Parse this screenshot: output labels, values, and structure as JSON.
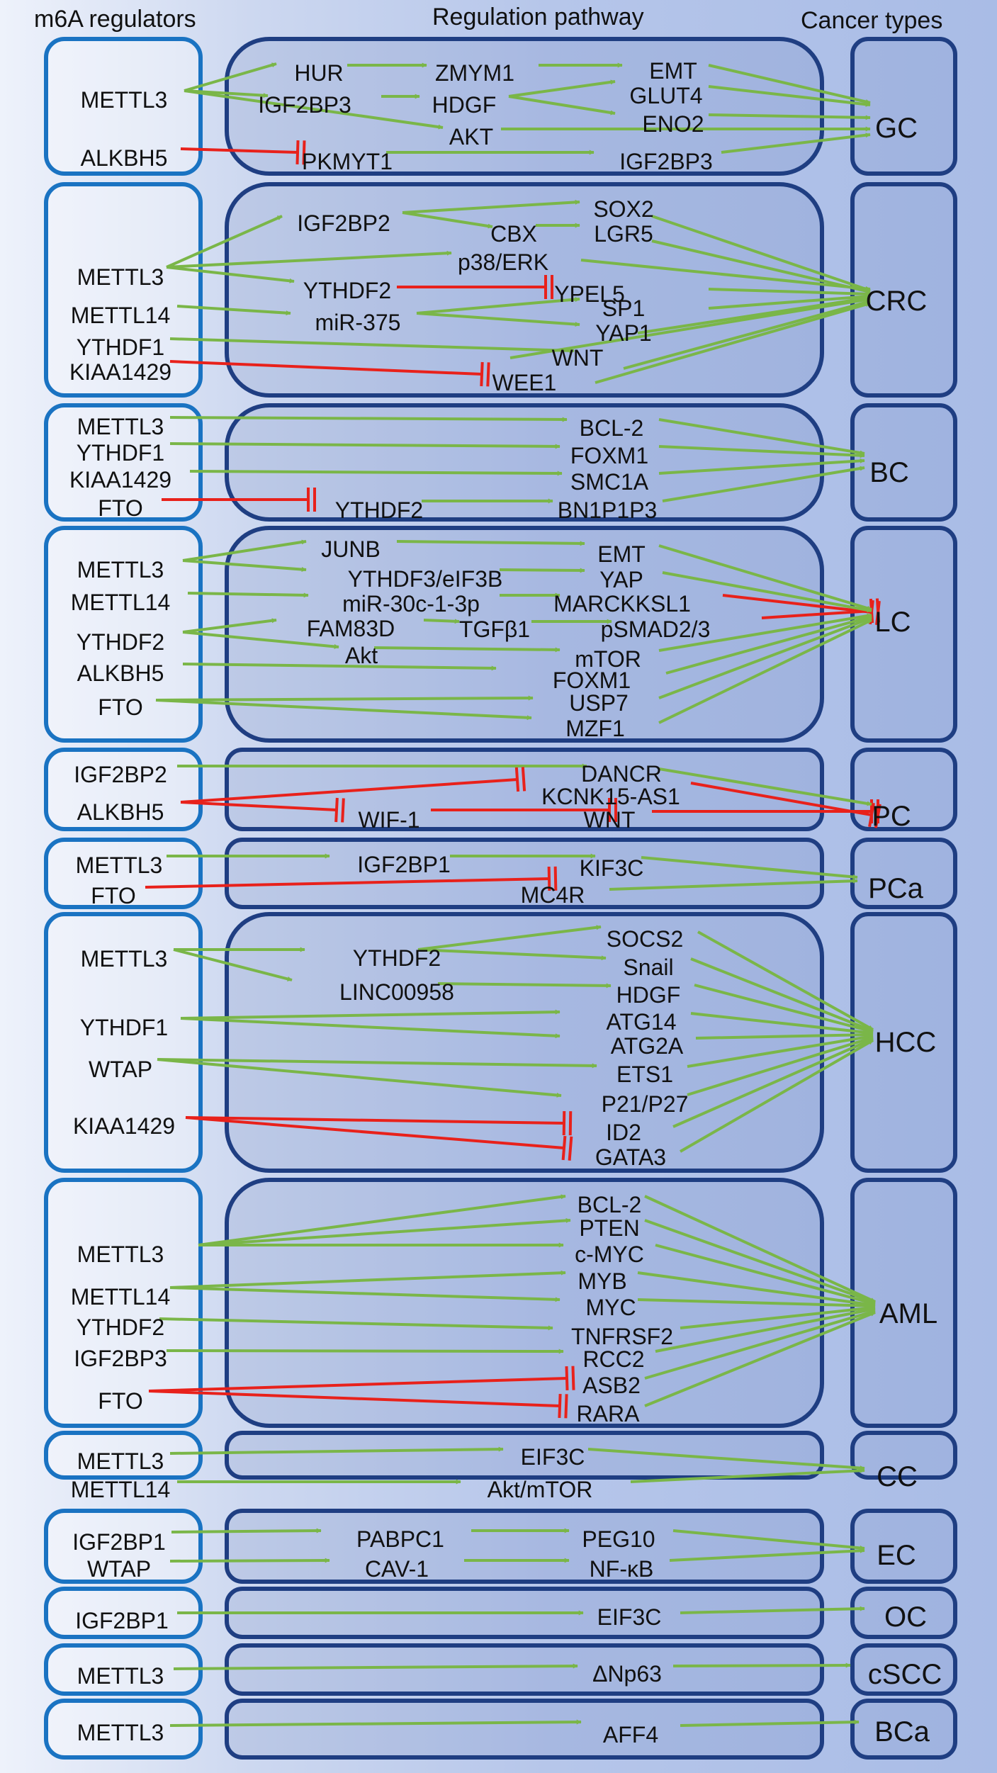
{
  "headers": {
    "regulators": "m6A regulators",
    "pathway": "Regulation pathway",
    "cancer_types": "Cancer types"
  },
  "colors": {
    "activation": "#7ab648",
    "inhibition": "#e8211b",
    "regulator_box": "#1a73c2",
    "pathway_box": "#1f3e82"
  },
  "groups": [
    {
      "cancer": "GC",
      "regulators": [
        "METTL3",
        "ALKBH5"
      ],
      "pathway_nodes": [
        "HUR",
        "ZMYM1",
        "EMT",
        "IGF2BP3",
        "HDGF",
        "GLUT4",
        "ENO2",
        "AKT",
        "PKMYT1",
        "IGF2BP3"
      ],
      "edges": [
        {
          "from": "METTL3",
          "to": "HUR",
          "type": "activation"
        },
        {
          "from": "METTL3",
          "to": "IGF2BP3",
          "type": "activation"
        },
        {
          "from": "METTL3",
          "to": "AKT",
          "type": "activation"
        },
        {
          "from": "HUR",
          "to": "ZMYM1",
          "type": "activation"
        },
        {
          "from": "ZMYM1",
          "to": "EMT",
          "type": "activation"
        },
        {
          "from": "IGF2BP3",
          "to": "HDGF",
          "type": "activation"
        },
        {
          "from": "HDGF",
          "to": "GLUT4",
          "type": "activation"
        },
        {
          "from": "HDGF",
          "to": "ENO2",
          "type": "activation"
        },
        {
          "from": "ALKBH5",
          "to": "PKMYT1",
          "type": "inhibition"
        },
        {
          "from": "PKMYT1",
          "to": "IGF2BP3",
          "type": "activation"
        },
        {
          "from": "EMT",
          "to": "GC",
          "type": "activation"
        },
        {
          "from": "GLUT4",
          "to": "GC",
          "type": "activation"
        },
        {
          "from": "ENO2",
          "to": "GC",
          "type": "activation"
        },
        {
          "from": "AKT",
          "to": "GC",
          "type": "activation"
        },
        {
          "from": "IGF2BP3",
          "to": "GC",
          "type": "activation"
        }
      ]
    },
    {
      "cancer": "CRC",
      "regulators": [
        "METTL3",
        "METTL14",
        "YTHDF1",
        "KIAA1429"
      ],
      "pathway_nodes": [
        "IGF2BP2",
        "SOX2",
        "CBX",
        "LGR5",
        "p38/ERK",
        "YTHDF2",
        "YPEL5",
        "miR-375",
        "SP1",
        "YAP1",
        "WNT",
        "WEE1"
      ],
      "edges": [
        {
          "from": "METTL3",
          "to": "IGF2BP2",
          "type": "activation"
        },
        {
          "from": "METTL3",
          "to": "p38/ERK",
          "type": "activation"
        },
        {
          "from": "METTL3",
          "to": "YTHDF2",
          "type": "activation"
        },
        {
          "from": "IGF2BP2",
          "to": "SOX2",
          "type": "activation"
        },
        {
          "from": "IGF2BP2",
          "to": "CBX",
          "type": "activation"
        },
        {
          "from": "CBX",
          "to": "LGR5",
          "type": "activation"
        },
        {
          "from": "YTHDF2",
          "to": "YPEL5",
          "type": "inhibition"
        },
        {
          "from": "METTL14",
          "to": "miR-375",
          "type": "activation"
        },
        {
          "from": "miR-375",
          "to": "SP1",
          "type": "activation"
        },
        {
          "from": "miR-375",
          "to": "YAP1",
          "type": "activation"
        },
        {
          "from": "YTHDF1",
          "to": "WNT",
          "type": "activation"
        },
        {
          "from": "KIAA1429",
          "to": "WEE1",
          "type": "inhibition"
        }
      ]
    },
    {
      "cancer": "BC",
      "regulators": [
        "METTL3",
        "YTHDF1",
        "KIAA1429",
        "FTO"
      ],
      "pathway_nodes": [
        "BCL-2",
        "FOXM1",
        "SMC1A",
        "YTHDF2",
        "BN1P1P3"
      ],
      "edges": [
        {
          "from": "METTL3",
          "to": "BCL-2",
          "type": "activation"
        },
        {
          "from": "YTHDF1",
          "to": "FOXM1",
          "type": "activation"
        },
        {
          "from": "KIAA1429",
          "to": "SMC1A",
          "type": "activation"
        },
        {
          "from": "FTO",
          "to": "YTHDF2",
          "type": "inhibition"
        },
        {
          "from": "YTHDF2",
          "to": "BN1P1P3",
          "type": "activation"
        }
      ]
    },
    {
      "cancer": "LC",
      "regulators": [
        "METTL3",
        "METTL14",
        "YTHDF2",
        "ALKBH5",
        "FTO"
      ],
      "pathway_nodes": [
        "JUNB",
        "EMT",
        "YTHDF3/eIF3B",
        "YAP",
        "miR-30c-1-3p",
        "MARCKKSL1",
        "FAM83D",
        "TGFβ1",
        "pSMAD2/3",
        "Akt",
        "mTOR",
        "FOXM1",
        "USP7",
        "MZF1"
      ],
      "edges": [
        {
          "from": "METTL3",
          "to": "JUNB",
          "type": "activation"
        },
        {
          "from": "METTL3",
          "to": "YTHDF3/eIF3B",
          "type": "activation"
        },
        {
          "from": "JUNB",
          "to": "EMT",
          "type": "activation"
        },
        {
          "from": "YTHDF3/eIF3B",
          "to": "YAP",
          "type": "activation"
        },
        {
          "from": "METTL14",
          "to": "miR-30c-1-3p",
          "type": "activation"
        },
        {
          "from": "miR-30c-1-3p",
          "to": "MARCKKSL1",
          "type": "activation"
        },
        {
          "from": "YTHDF2",
          "to": "FAM83D",
          "type": "activation"
        },
        {
          "from": "YTHDF2",
          "to": "Akt",
          "type": "activation"
        },
        {
          "from": "FAM83D",
          "to": "TGFβ1",
          "type": "activation"
        },
        {
          "from": "TGFβ1",
          "to": "pSMAD2/3",
          "type": "activation"
        },
        {
          "from": "Akt",
          "to": "mTOR",
          "type": "activation"
        },
        {
          "from": "ALKBH5",
          "to": "FOXM1",
          "type": "activation"
        },
        {
          "from": "FTO",
          "to": "USP7",
          "type": "activation"
        },
        {
          "from": "FTO",
          "to": "MZF1",
          "type": "activation"
        },
        {
          "from": "MARCKKSL1",
          "to": "LC",
          "type": "inhibition"
        },
        {
          "from": "pSMAD2/3",
          "to": "LC",
          "type": "inhibition"
        }
      ]
    },
    {
      "cancer": "PC",
      "regulators": [
        "IGF2BP2",
        "ALKBH5"
      ],
      "pathway_nodes": [
        "DANCR",
        "KCNK15-AS1",
        "WIF-1",
        "WNT"
      ],
      "edges": [
        {
          "from": "IGF2BP2",
          "to": "DANCR",
          "type": "activation"
        },
        {
          "from": "ALKBH5",
          "to": "KCNK15-AS1",
          "type": "inhibition"
        },
        {
          "from": "ALKBH5",
          "to": "WIF-1",
          "type": "inhibition"
        },
        {
          "from": "WIF-1",
          "to": "WNT",
          "type": "inhibition"
        },
        {
          "from": "KCNK15-AS1",
          "to": "PC",
          "type": "inhibition"
        },
        {
          "from": "WNT",
          "to": "PC",
          "type": "inhibition"
        }
      ]
    },
    {
      "cancer": "PCa",
      "regulators": [
        "METTL3",
        "FTO"
      ],
      "pathway_nodes": [
        "IGF2BP1",
        "KIF3C",
        "MC4R"
      ],
      "edges": [
        {
          "from": "METTL3",
          "to": "IGF2BP1",
          "type": "activation"
        },
        {
          "from": "IGF2BP1",
          "to": "KIF3C",
          "type": "activation"
        },
        {
          "from": "FTO",
          "to": "MC4R",
          "type": "inhibition"
        }
      ]
    },
    {
      "cancer": "HCC",
      "regulators": [
        "METTL3",
        "YTHDF1",
        "WTAP",
        "KIAA1429"
      ],
      "pathway_nodes": [
        "YTHDF2",
        "SOCS2",
        "Snail",
        "LINC00958",
        "HDGF",
        "ATG14",
        "ATG2A",
        "ETS1",
        "P21/P27",
        "ID2",
        "GATA3"
      ],
      "edges": [
        {
          "from": "METTL3",
          "to": "YTHDF2",
          "type": "activation"
        },
        {
          "from": "METTL3",
          "to": "LINC00958",
          "type": "activation"
        },
        {
          "from": "YTHDF2",
          "to": "SOCS2",
          "type": "activation"
        },
        {
          "from": "YTHDF2",
          "to": "Snail",
          "type": "activation"
        },
        {
          "from": "LINC00958",
          "to": "HDGF",
          "type": "activation"
        },
        {
          "from": "YTHDF1",
          "to": "ATG14",
          "type": "activation"
        },
        {
          "from": "YTHDF1",
          "to": "ATG2A",
          "type": "activation"
        },
        {
          "from": "WTAP",
          "to": "ETS1",
          "type": "activation"
        },
        {
          "from": "WTAP",
          "to": "P21/P27",
          "type": "activation"
        },
        {
          "from": "KIAA1429",
          "to": "ID2",
          "type": "inhibition"
        },
        {
          "from": "KIAA1429",
          "to": "GATA3",
          "type": "inhibition"
        }
      ]
    },
    {
      "cancer": "AML",
      "regulators": [
        "METTL3",
        "METTL14",
        "YTHDF2",
        "IGF2BP3",
        "FTO"
      ],
      "pathway_nodes": [
        "BCL-2",
        "PTEN",
        "c-MYC",
        "MYB",
        "MYC",
        "TNFRSF2",
        "RCC2",
        "ASB2",
        "RARA"
      ],
      "edges": [
        {
          "from": "METTL3",
          "to": "BCL-2",
          "type": "activation"
        },
        {
          "from": "METTL3",
          "to": "PTEN",
          "type": "activation"
        },
        {
          "from": "METTL3",
          "to": "c-MYC",
          "type": "activation"
        },
        {
          "from": "METTL14",
          "to": "MYB",
          "type": "activation"
        },
        {
          "from": "METTL14",
          "to": "MYC",
          "type": "activation"
        },
        {
          "from": "YTHDF2",
          "to": "TNFRSF2",
          "type": "activation"
        },
        {
          "from": "IGF2BP3",
          "to": "RCC2",
          "type": "activation"
        },
        {
          "from": "FTO",
          "to": "ASB2",
          "type": "inhibition"
        },
        {
          "from": "FTO",
          "to": "RARA",
          "type": "inhibition"
        }
      ]
    },
    {
      "cancer": "CC",
      "regulators": [
        "METTL3",
        "METTL14"
      ],
      "pathway_nodes": [
        "EIF3C",
        "Akt/mTOR"
      ],
      "edges": [
        {
          "from": "METTL3",
          "to": "EIF3C",
          "type": "activation"
        },
        {
          "from": "METTL14",
          "to": "Akt/mTOR",
          "type": "activation"
        }
      ]
    },
    {
      "cancer": "EC",
      "regulators": [
        "IGF2BP1",
        "WTAP"
      ],
      "pathway_nodes": [
        "PABPC1",
        "PEG10",
        "CAV-1",
        "NF-κB"
      ],
      "edges": [
        {
          "from": "IGF2BP1",
          "to": "PABPC1",
          "type": "activation"
        },
        {
          "from": "PABPC1",
          "to": "PEG10",
          "type": "activation"
        },
        {
          "from": "WTAP",
          "to": "CAV-1",
          "type": "activation"
        },
        {
          "from": "CAV-1",
          "to": "NF-κB",
          "type": "activation"
        }
      ]
    },
    {
      "cancer": "OC",
      "regulators": [
        "IGF2BP1"
      ],
      "pathway_nodes": [
        "EIF3C"
      ],
      "edges": [
        {
          "from": "IGF2BP1",
          "to": "EIF3C",
          "type": "activation"
        }
      ]
    },
    {
      "cancer": "cSCC",
      "regulators": [
        "METTL3"
      ],
      "pathway_nodes": [
        "ΔNp63"
      ],
      "edges": [
        {
          "from": "METTL3",
          "to": "ΔNp63",
          "type": "activation"
        }
      ]
    },
    {
      "cancer": "BCa",
      "regulators": [
        "METTL3"
      ],
      "pathway_nodes": [
        "AFF4"
      ],
      "edges": [
        {
          "from": "METTL3",
          "to": "AFF4",
          "type": "activation"
        }
      ]
    }
  ]
}
